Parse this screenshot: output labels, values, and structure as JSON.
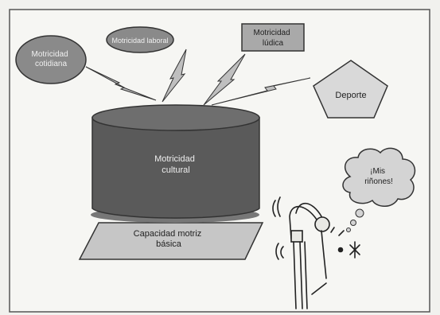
{
  "diagram": {
    "nodes": {
      "motricidad_cotidiana": "Motricidad cotidiana",
      "motricidad_laboral": "Motricidad laboral",
      "motricidad_ludica": "Motricidad lúdica",
      "deporte": "Deporte",
      "motricidad_cultural": "Motricidad cultural",
      "capacidad_motriz_basica": "Capacidad motriz básica",
      "speech_bubble": "¡Mis riñones!"
    },
    "colors": {
      "ellipse_fill": "#8a8a8a",
      "box_fill": "#a9a9a9",
      "pentagon_fill": "#d9d9d9",
      "cylinder_side": "#5a5a5a",
      "cylinder_top": "#6e6e6e",
      "base_plate": "#c6c6c6",
      "bolt_fill": "#bfbfbf",
      "stroke": "#333333"
    }
  }
}
